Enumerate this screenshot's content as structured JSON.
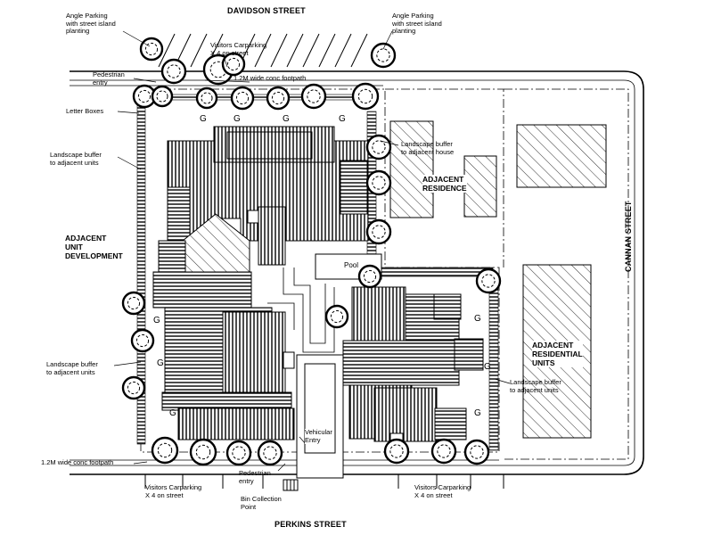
{
  "streets": {
    "north": "DAVIDSON STREET",
    "south": "PERKINS STREET",
    "east": "CANNAN STREET"
  },
  "labels": {
    "angle_parking_left": "Angle Parking\nwith street island\nplanting",
    "angle_parking_right": "Angle Parking\nwith street island\nplanting",
    "visitors_top": "Visitors Carparking\nX 4 on street",
    "pedestrian_top": "Pedestrian\nentry",
    "footpath_top": "1.2M wide conc footpath",
    "letter_boxes": "Letter Boxes",
    "buffer_left_top": "Landscape buffer\nto adjacent units",
    "buffer_house": "Landscape buffer\nto adjacent house",
    "buffer_left_bottom": "Landscape buffer\nto adjacent units",
    "buffer_right": "Landscape buffer\nto adjacent units",
    "pool": "Pool",
    "vehicular": "Vehicular\nEntry",
    "pedestrian_bottom": "Pedestrian\nentry",
    "footpath_bottom": "1.2M wide conc footpath",
    "visitors_bottom_left": "Visitors Carparking\nX 4 on street",
    "visitors_bottom_right": "Visitors Carparking\nX 4 on street",
    "bin": "Bin Collection\nPoint"
  },
  "areas": {
    "adjacent_unit": "ADJACENT\nUNIT\nDEVELOPMENT",
    "adjacent_residence": "ADJACENT\nRESIDENCE",
    "adjacent_residential": "ADJACENT\nRESIDENTIAL\nUNITS"
  },
  "garden_marker": "G"
}
